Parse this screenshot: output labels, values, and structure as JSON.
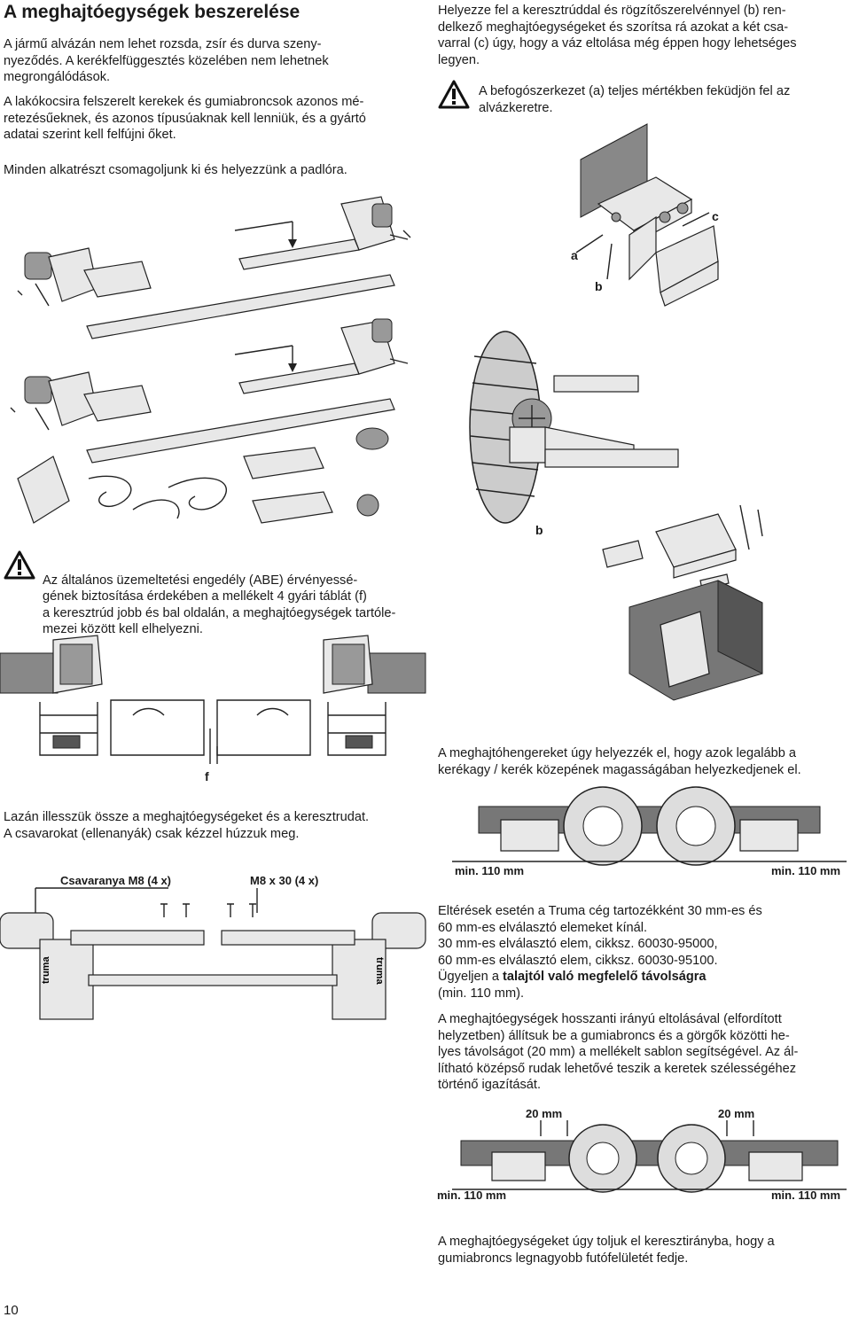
{
  "heading": "A meghajtóegységek beszerelése",
  "left": {
    "p1": "A jármű alvázán nem lehet rozsda, zsír és durva szeny-\nnyeződés. A kerékfelfüggesztés közelében nem lehetnek\nmegrongálódások.",
    "p2": "A lakókocsira felszerelt kerekek és gumiabroncsok azonos mé-\nretezésűeknek, és azonos típusúaknak kell lenniük, és a gyártó\nadatai szerint kell felfújni őket.",
    "p3": "Minden alkatrészt csomagoljunk ki és helyezzünk a padlóra.",
    "warning_abe": "Az általános üzemeltetési engedély (ABE) érvényessé-\ngének biztosítása érdekében a mellékelt 4 gyári táblát (f)\na keresztrúd jobb és bal oldalán, a meghajtóegységek tartóle-\nmezei között kell elhelyezni.",
    "label_f": "f",
    "p4": "Lazán illesszük össze a meghajtóegységeket és a keresztrudat.\nA csavarokat (ellenanyák) csak kézzel húzzuk meg.",
    "label_nut": "Csavaranya M8 (4 x)",
    "label_bolt": "M8 x 30 (4 x)",
    "brand": "truma",
    "page_number": "10"
  },
  "right": {
    "p1": "Helyezze fel a keresztrúddal és rögzítőszerelvénnyel (b) ren-\ndelkező meghajtóegységeket és szorítsa rá azokat a két csa-\nvarral (c) úgy, hogy a váz eltolása még éppen hogy lehetséges\nlegyen.",
    "warning_frame": "A befogószerkezet (a) teljes mértékben feküdjön fel az\nalvázkeretre.",
    "label_a": "a",
    "label_b": "b",
    "label_c": "c",
    "label_b2": "b",
    "p2": "A meghajtóhengereket úgy helyezzék el, hogy azok legalább a\nkerékagy / kerék közepének magasságában helyezkedjenek el.",
    "min_left_1": "min. 110 mm",
    "min_right_1": "min. 110 mm",
    "p3_1": "Eltérések esetén a Truma cég tartozékként 30 mm-es és\n60 mm-es elválasztó elemeket kínál.\n30 mm-es elválasztó elem, cikksz. 60030-95000,\n60 mm-es elválasztó elem, cikksz. 60030-95100.\nÜgyeljen a ",
    "p3_bold": "talajtól való megfelelő távolságra",
    "p3_2": "\n(min. 110 mm).",
    "p4": "A meghajtóegységek hosszanti irányú eltolásával (elfordított\nhelyzetben) állítsuk be a gumiabroncs és a görgők közötti he-\nlyes távolságot (20 mm) a mellékelt sablon segítségével. Az ál-\nlítható középső rudak lehetővé teszik a keretek szélességéhez\ntörténő igazítását.",
    "dist_left": "20 mm",
    "dist_right": "20 mm",
    "min_left_2": "min. 110 mm",
    "min_right_2": "min. 110 mm",
    "p5": "A meghajtóegységeket úgy toljuk el keresztirányba, hogy a\ngumiabroncs legnagyobb futófelületét fedje."
  }
}
